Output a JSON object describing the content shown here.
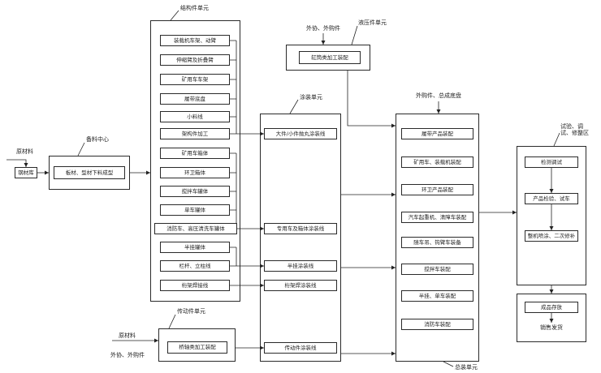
{
  "material_input": {
    "raw_material": "原材料",
    "steel_store": "钢材库"
  },
  "prep_center": {
    "title": "备料中心",
    "process": "板材、型材下料成型"
  },
  "structural_unit": {
    "title": "结构件单元",
    "items": [
      "装载机车架、动臂",
      "伸缩臂及折叠臂",
      "矿用车车架",
      "履带底盘",
      "小料线",
      "架构件加工",
      "矿用车箱体",
      "环卫箱体",
      "搅拌车罐体",
      "单车罐体",
      "消防车、高压清洗车罐体",
      "半挂罐体",
      "栏杆、立柱线",
      "桁架焊接线"
    ]
  },
  "hydraulic_unit": {
    "title": "液压件单元",
    "input": "外协、外购件",
    "process": "缸筒类加工装配"
  },
  "coating_unit": {
    "title": "涂装单元",
    "lines": [
      "大件/小件抛丸涂装线",
      "专用车及箱体涂装线",
      "半挂涂装线",
      "桁架焊涂装线",
      "传动件涂装线"
    ]
  },
  "final_assembly_unit": {
    "title": "总装单元",
    "input": "外购件、总成底盘",
    "items": [
      "履带产品装配",
      "矿用车、装载机装配",
      "环卫产品装配",
      "汽车起重机、清障车装配",
      "随车吊、钩臂车装备",
      "搅拌车装配",
      "半挂、单车装配",
      "消防车装配"
    ]
  },
  "test_area": {
    "title": "试验、调试、修整区",
    "steps": [
      "检测调试",
      "产品检验、试车",
      "整机喷涂、二次修补"
    ]
  },
  "storage": {
    "stored": "成品存放",
    "shipping": "销售发货"
  },
  "transmission_unit": {
    "title": "传动件单元",
    "input_raw": "原材料",
    "input_outsourced": "外协、外购件",
    "process": "桥轴类加工装配"
  }
}
